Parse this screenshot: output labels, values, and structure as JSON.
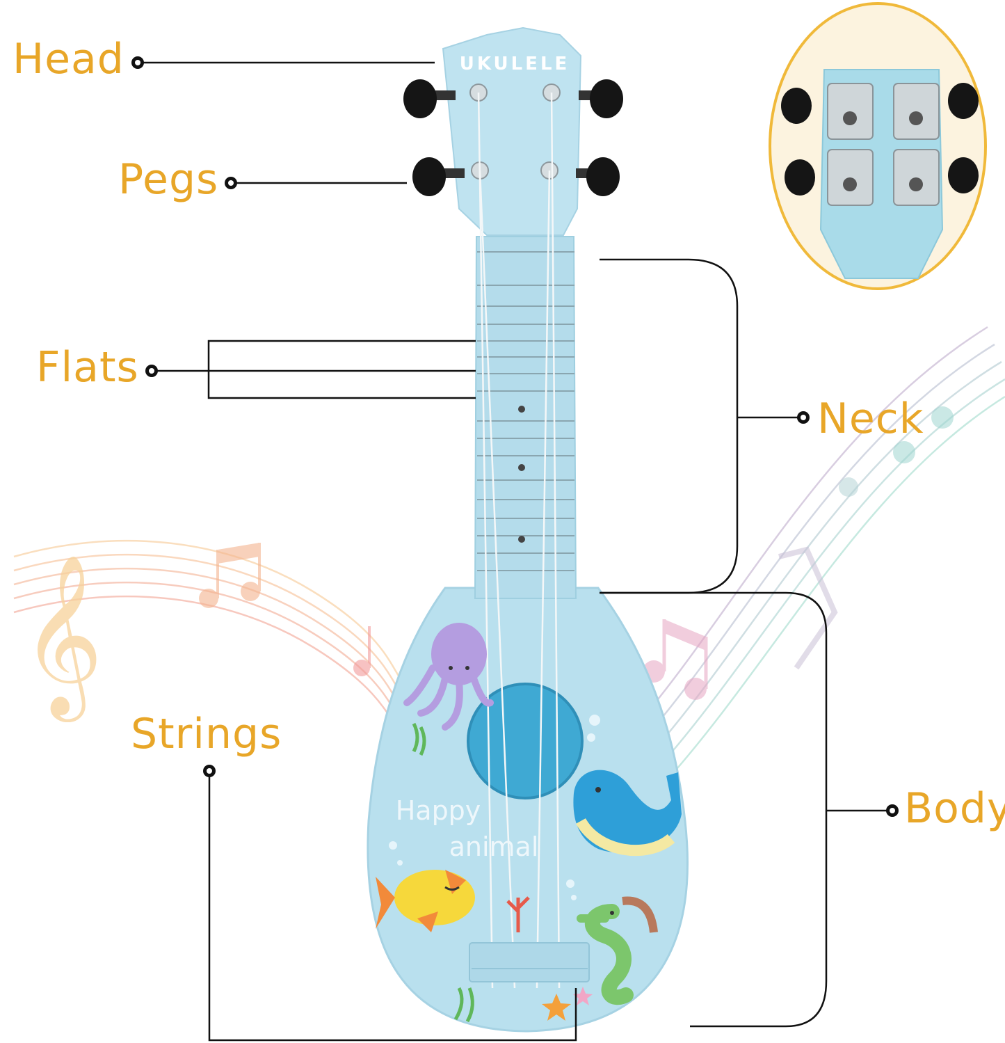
{
  "colors": {
    "label": "#e8a628",
    "line": "#111111",
    "ukulele_body": "#b9e0ee",
    "ukulele_body_edge": "#a6d2e3",
    "sound_hole": "#3fa9d3",
    "peg": "#151515",
    "inset_border": "#f0b93a"
  },
  "labels": {
    "head": "Head",
    "pegs": "Pegs",
    "flats": "Flats",
    "neck": "Neck",
    "strings": "Strings",
    "body": "Body"
  },
  "ukulele": {
    "brand_text": "UKULELE",
    "body_text_line1": "Happy",
    "body_text_line2": "animal"
  },
  "icons": [
    "treble-clef-icon",
    "music-note-icon",
    "octopus-icon",
    "whale-icon",
    "fish-icon",
    "seahorse-icon",
    "starfish-icon",
    "seaweed-icon",
    "coral-icon"
  ]
}
